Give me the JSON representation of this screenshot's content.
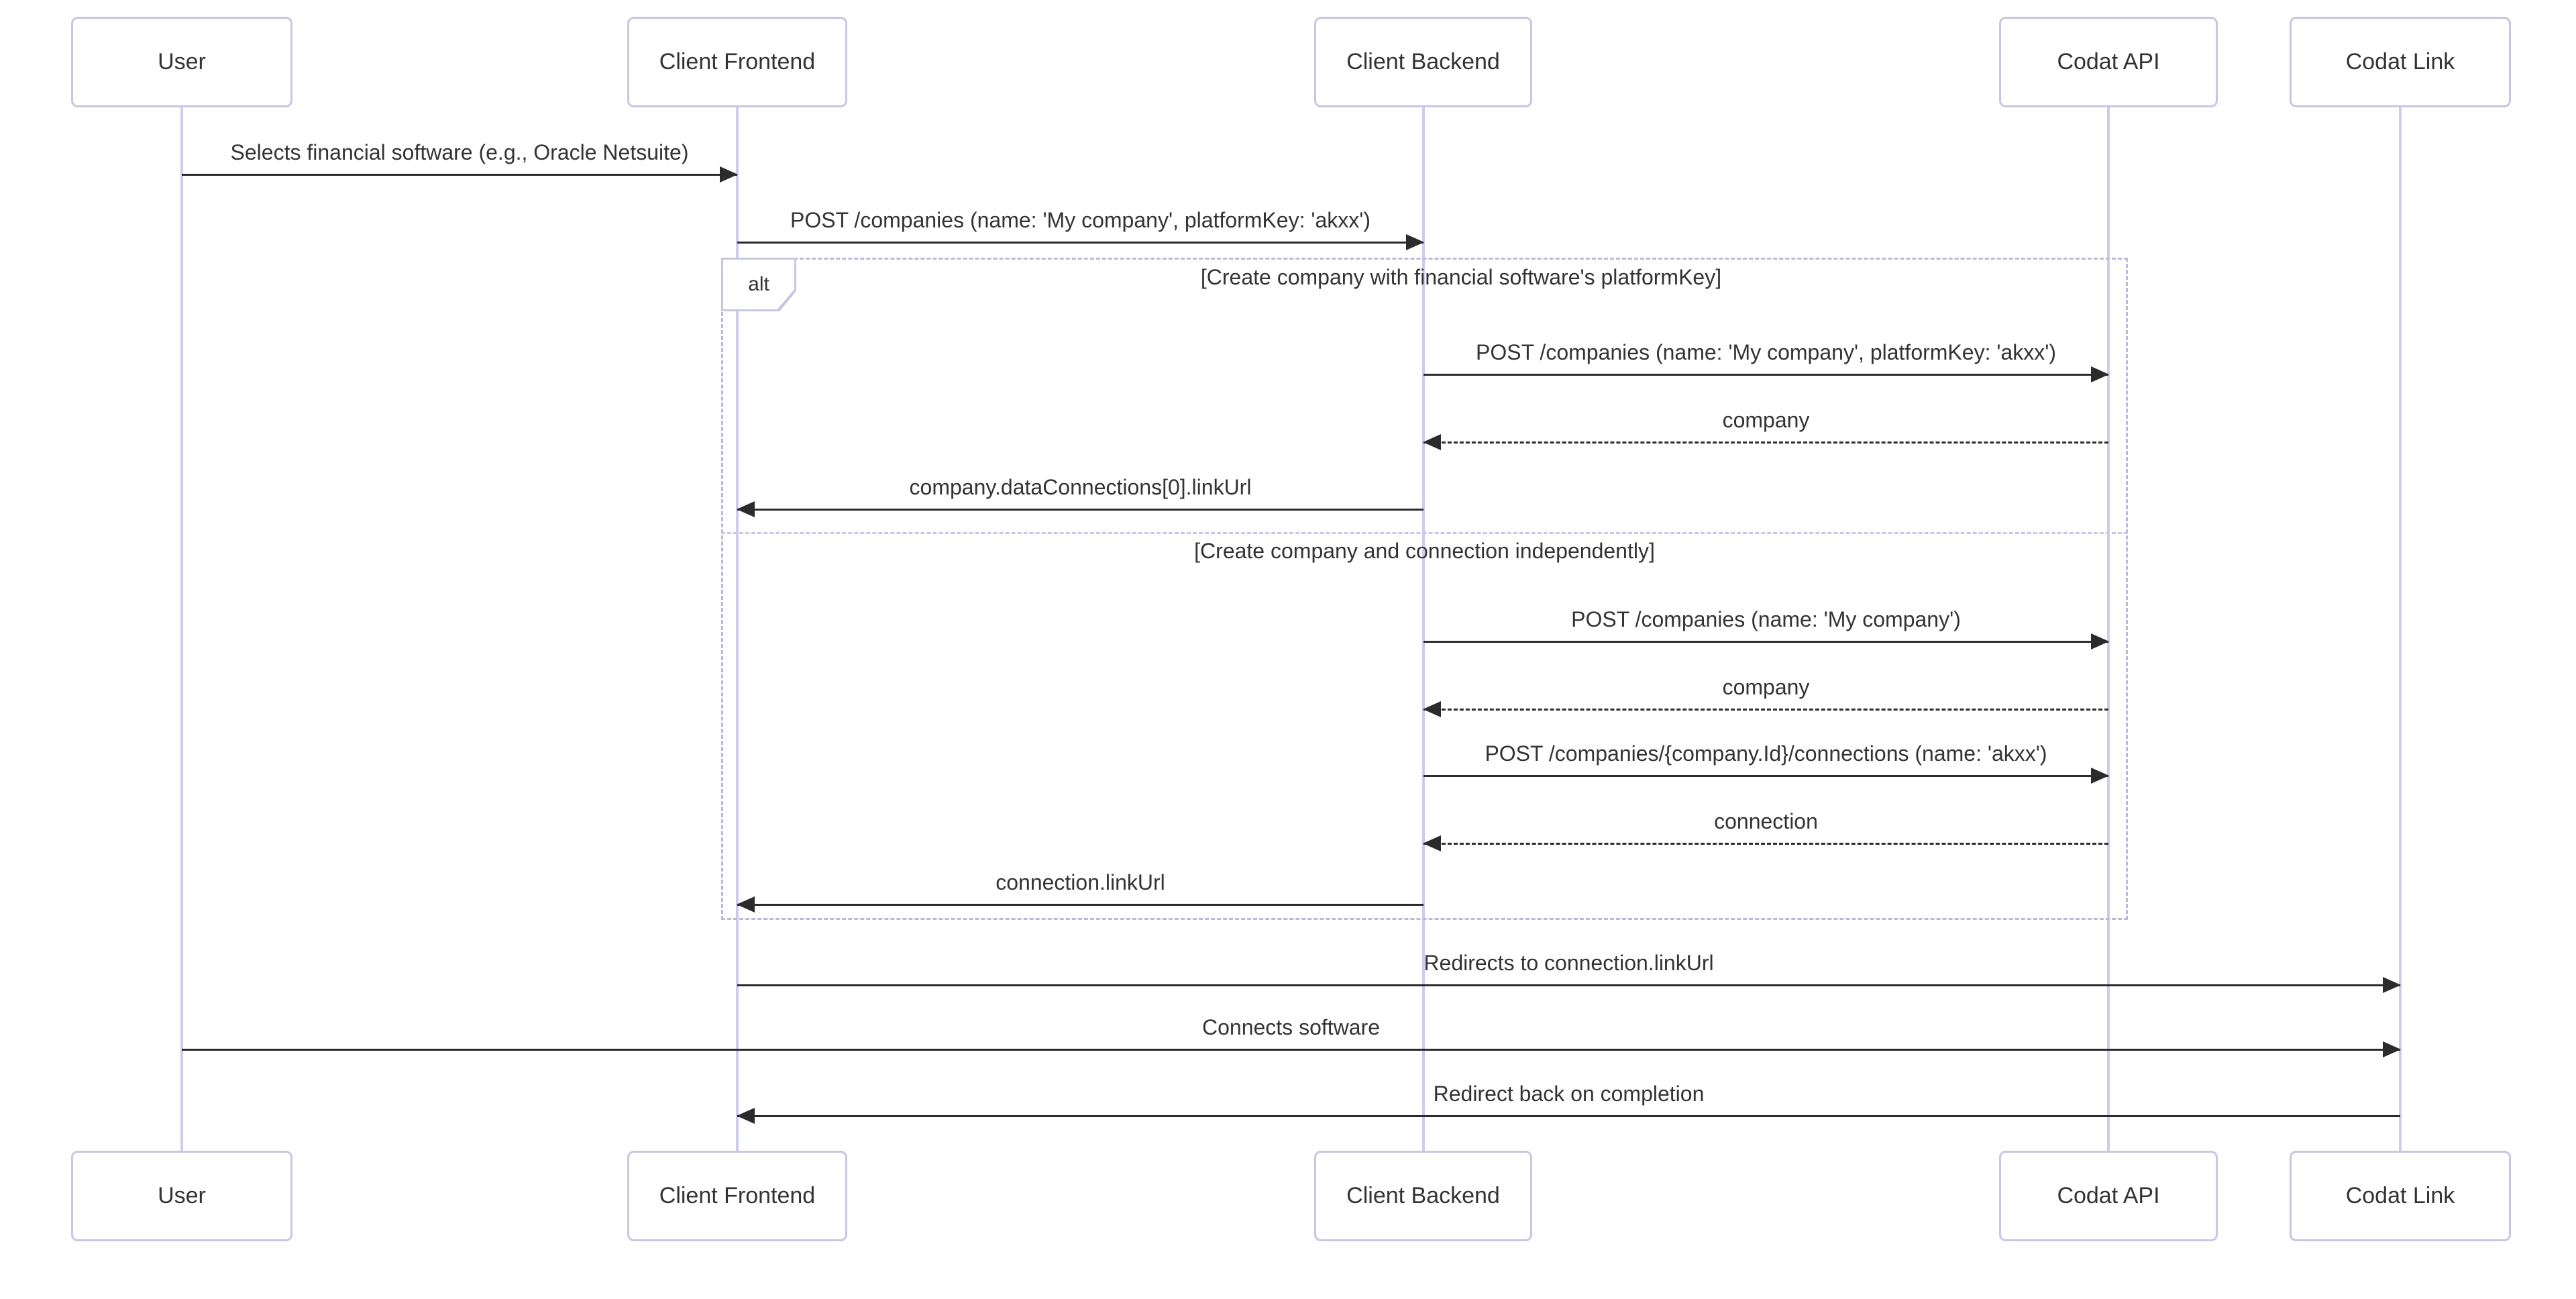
{
  "diagram": {
    "kind": "sequence-diagram",
    "colors": {
      "background": "#ffffff",
      "actor_border": "#c6c6e5",
      "actor_fill": "#ffffff",
      "lifeline": "#cdcdeb",
      "frame_border": "#b9b9dd",
      "arrow": "#2b2b2b",
      "text": "#333333"
    },
    "actors": [
      {
        "id": "user",
        "name": "User"
      },
      {
        "id": "client-frontend",
        "name": "Client Frontend"
      },
      {
        "id": "client-backend",
        "name": "Client Backend"
      },
      {
        "id": "codat-api",
        "name": "Codat API"
      },
      {
        "id": "codat-link",
        "name": "Codat Link"
      }
    ],
    "alt": {
      "keyword": "alt",
      "branches": [
        {
          "condition": "[Create company with financial software's platformKey]"
        },
        {
          "condition": "[Create company and connection independently]"
        }
      ]
    },
    "messages": [
      {
        "from": "User",
        "to": "Client Frontend",
        "style": "solid",
        "label": "Selects financial software (e.g., Oracle Netsuite)"
      },
      {
        "from": "Client Frontend",
        "to": "Client Backend",
        "style": "solid",
        "label": "POST /companies (name: 'My company', platformKey: 'akxx')"
      },
      {
        "from": "Client Backend",
        "to": "Codat API",
        "style": "solid",
        "label": "POST /companies (name: 'My company', platformKey: 'akxx')"
      },
      {
        "from": "Codat API",
        "to": "Client Backend",
        "style": "dashed",
        "label": "company"
      },
      {
        "from": "Client Backend",
        "to": "Client Frontend",
        "style": "solid",
        "label": "company.dataConnections[0].linkUrl"
      },
      {
        "from": "Client Backend",
        "to": "Codat API",
        "style": "solid",
        "label": "POST /companies (name: 'My company')"
      },
      {
        "from": "Codat API",
        "to": "Client Backend",
        "style": "dashed",
        "label": "company"
      },
      {
        "from": "Client Backend",
        "to": "Codat API",
        "style": "solid",
        "label": "POST /companies/{company.Id}/connections (name: 'akxx')"
      },
      {
        "from": "Codat API",
        "to": "Client Backend",
        "style": "dashed",
        "label": "connection"
      },
      {
        "from": "Client Backend",
        "to": "Client Frontend",
        "style": "solid",
        "label": "connection.linkUrl"
      },
      {
        "from": "Client Frontend",
        "to": "Codat Link",
        "style": "solid",
        "label": "Redirects to connection.linkUrl"
      },
      {
        "from": "User",
        "to": "Codat Link",
        "style": "solid",
        "label": "Connects software"
      },
      {
        "from": "Codat Link",
        "to": "Client Frontend",
        "style": "solid",
        "label": "Redirect back on completion"
      }
    ]
  }
}
